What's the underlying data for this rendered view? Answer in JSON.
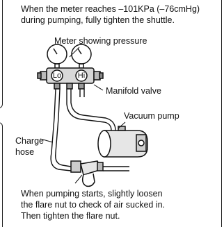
{
  "top_note": {
    "line1": "When the meter reaches –101KPa (–76cmHg)",
    "line2": "during pumping, fully tighten the shuttle."
  },
  "labels": {
    "meter": "Meter showing pressure",
    "manifold": "Manifold valve",
    "pump": "Vacuum pump",
    "charge_line1": "Charge",
    "charge_line2": "hose",
    "gauge_lo": "Lo",
    "gauge_hi": "Hi"
  },
  "bottom_note": {
    "line1": "When pumping starts, slightly loosen",
    "line2": "the flare nut to check of air sucked in.",
    "line3": "Then tighten the flare nut."
  }
}
